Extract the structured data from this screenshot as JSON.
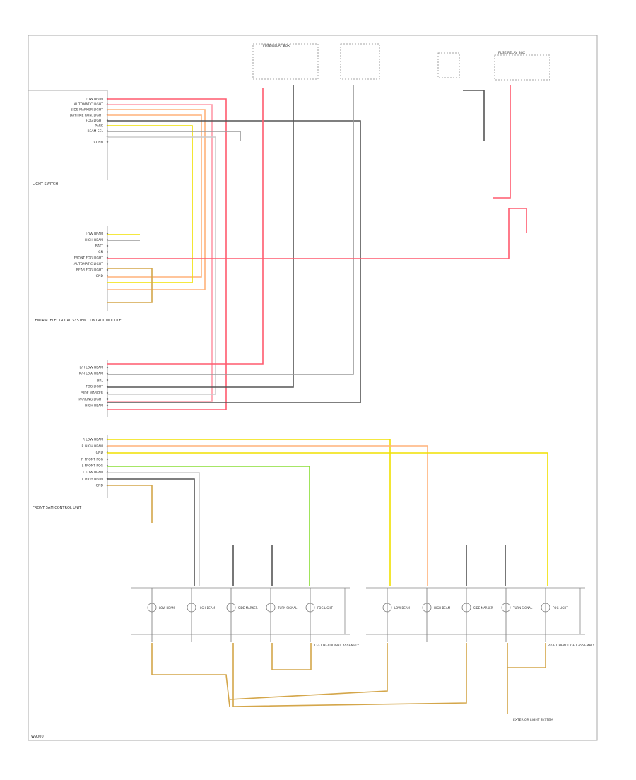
{
  "diagram": {
    "footer_code": "W9000",
    "left_connector_labels_top": [
      "LOW BEAM",
      "AUTOMATIC LIGHT",
      "SIDE MARKER LIGHT",
      "DAYTIME RUN. LIGHT",
      "FOG LIGHT",
      "PARK",
      "BEAM SEL",
      "",
      "CONN"
    ],
    "light_switch_label": "LIGHT SWITCH",
    "left_connector_labels_mid": [
      "LOW BEAM",
      "HIGH BEAM",
      "BATT",
      "IGN",
      "FRONT FOG LIGHT",
      "AUTOMATIC LIGHT",
      "REAR FOG LIGHT",
      "GND"
    ],
    "left_connector_labels_lower": [
      "L/H LOW BEAM",
      "R/H LOW BEAM",
      "DRL",
      "FOG LIGHT",
      "SIDE MARKER",
      "PARKING LIGHT",
      "HIGH BEAM"
    ],
    "left_connector_labels_bottom": [
      "R LOW BEAM",
      "R HIGH BEAM",
      "GND",
      "R FRONT FOG",
      "L FRONT FOG",
      "L LOW BEAM",
      "L HIGH BEAM",
      "GND"
    ],
    "module_label": "CENTRAL ELECTRICAL SYSTEM CONTROL MODULE",
    "bottom_module_label": "FRONT SAM CONTROL UNIT",
    "fuse_box_label": "FUSE/RELAY BOX",
    "fuse_box2_label": "FUSE/RELAY BOX",
    "left_headlamp_label": "LEFT HEADLIGHT ASSEMBLY",
    "right_headlamp_label": "RIGHT HEADLIGHT ASSEMBLY",
    "ground_label": "EXTERIOR LIGHT SYSTEM",
    "left_bulbs": [
      "LOW BEAM",
      "HIGH BEAM",
      "SIDE MARKER",
      "TURN SIGNAL",
      "FOG LIGHT"
    ],
    "right_bulbs": [
      "LOW BEAM",
      "HIGH BEAM",
      "SIDE MARKER",
      "TURN SIGNAL",
      "FOG LIGHT"
    ],
    "colors": {
      "red": "#ff5a6e",
      "pink": "#ff9aa8",
      "orange": "#ffb27a",
      "yellow": "#f0e000",
      "green": "#88dd33",
      "gray": "#9a9a9a",
      "dark": "#555555",
      "brown": "#d4a64a",
      "lightgray": "#cccccc"
    }
  }
}
